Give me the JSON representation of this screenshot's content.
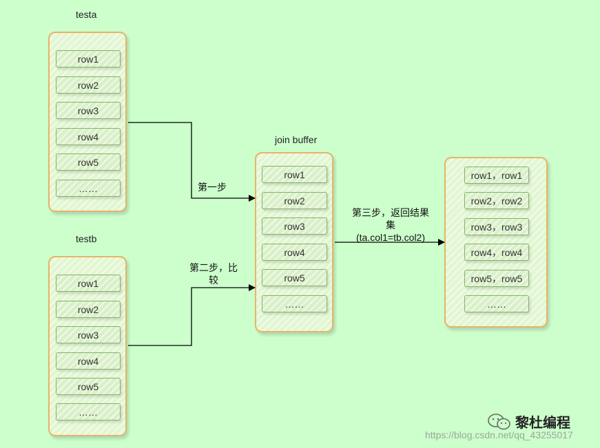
{
  "tables": [
    {
      "title": "testa",
      "rows": [
        "row1",
        "row2",
        "row3",
        "row4",
        "row5",
        "……"
      ]
    },
    {
      "title": "testb",
      "rows": [
        "row1",
        "row2",
        "row3",
        "row4",
        "row5",
        "……"
      ]
    }
  ],
  "join_buffer": {
    "title": "join buffer",
    "rows": [
      "row1",
      "row2",
      "row3",
      "row4",
      "row5",
      "……"
    ]
  },
  "result": {
    "rows": [
      "row1，row1",
      "row2，row2",
      "row3，row3",
      "row4，row4",
      "row5，row5",
      "……"
    ]
  },
  "steps": {
    "step1": "第一步",
    "step2_line1": "第二步，比",
    "step2_line2": "较",
    "step3_line1": "第三步，返回结果",
    "step3_line2": "集",
    "step3_line3": "(ta.col1=tb.col2)"
  },
  "watermark": {
    "brand": "黎杜编程",
    "url": "https://blog.csdn.net/qq_43255017",
    "icon": "wechat-icon"
  },
  "colors": {
    "background": "#ccffcc",
    "container_border": "#e6b466",
    "row_border": "#82b366"
  }
}
